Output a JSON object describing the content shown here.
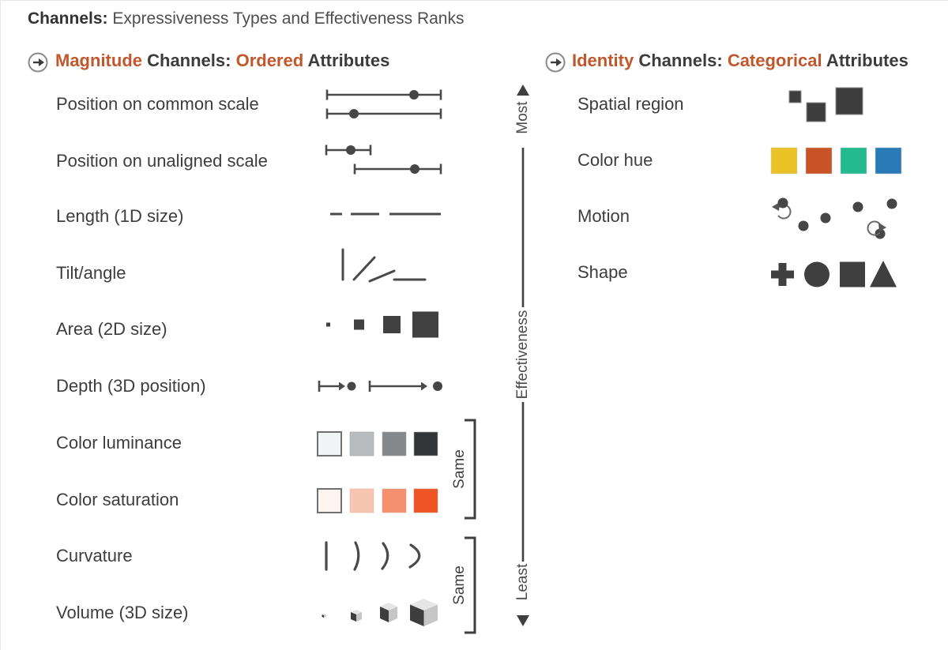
{
  "title": {
    "bold": "Channels:",
    "rest": " Expressiveness Types and Effectiveness Ranks"
  },
  "sections": {
    "magnitude": {
      "accent1": "Magnitude",
      "plain1": " Channels: ",
      "accent2": "Ordered",
      "plain2": " Attributes",
      "rows": [
        {
          "label": "Position on common scale",
          "glyph": "dot-on-aligned-scales"
        },
        {
          "label": "Position on unaligned scale",
          "glyph": "dot-on-unaligned-scales"
        },
        {
          "label": "Length (1D size)",
          "glyph": "lines-increasing-length"
        },
        {
          "label": "Tilt/angle",
          "glyph": "lines-varying-angle"
        },
        {
          "label": "Area (2D size)",
          "glyph": "squares-increasing-area"
        },
        {
          "label": "Depth (3D position)",
          "glyph": "arrows-to-dots"
        },
        {
          "label": "Color luminance",
          "glyph": "gray-ramp"
        },
        {
          "label": "Color saturation",
          "glyph": "saturation-ramp"
        },
        {
          "label": "Curvature",
          "glyph": "arcs-increasing-curvature"
        },
        {
          "label": "Volume (3D size)",
          "glyph": "cubes-increasing-volume"
        }
      ]
    },
    "identity": {
      "accent1": "Identity",
      "plain1": " Channels: ",
      "accent2": "Categorical",
      "plain2": " Attributes",
      "rows": [
        {
          "label": "Spatial region",
          "glyph": "scattered-squares"
        },
        {
          "label": "Color hue",
          "glyph": "hue-swatches"
        },
        {
          "label": "Motion",
          "glyph": "moving-dots"
        },
        {
          "label": "Shape",
          "glyph": "plus-circle-square-triangle"
        }
      ]
    }
  },
  "axis": {
    "top": "Most",
    "middle": "Effectiveness",
    "bottom": "Least"
  },
  "brackets": {
    "first": "Same",
    "second": "Same"
  },
  "colors": {
    "accent": "#c2572b",
    "ink": "#3d3c3c",
    "glyph": "#464646",
    "luminance": [
      "#f0f4f5",
      "#b8bcbe",
      "#84888b",
      "#333639"
    ],
    "saturation": [
      "#fdf3ef",
      "#f8c5b1",
      "#f5906e",
      "#ee5426"
    ],
    "hue": [
      "#eac228",
      "#c95327",
      "#23ba8d",
      "#2b7ab8"
    ],
    "cube": {
      "top": "#e6e6e6",
      "left": "#3e3e3e",
      "right": "#c6c6c6"
    }
  }
}
